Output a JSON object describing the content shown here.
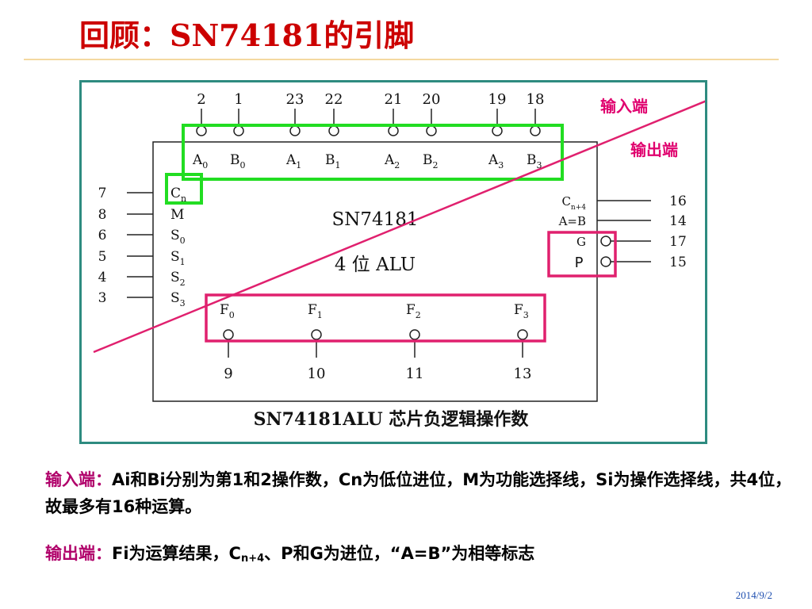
{
  "slide": {
    "title": "回顾：SN74181的引脚",
    "date": "2014/9/2"
  },
  "diagram": {
    "chip_name": "SN74181",
    "chip_subtitle": "4 位 ALU",
    "caption": "SN74181ALU 芯片负逻辑操作数",
    "top_pins": [
      {
        "number": "2",
        "base": "A",
        "sub": "0"
      },
      {
        "number": "1",
        "base": "B",
        "sub": "0"
      },
      {
        "number": "23",
        "base": "A",
        "sub": "1"
      },
      {
        "number": "22",
        "base": "B",
        "sub": "1"
      },
      {
        "number": "21",
        "base": "A",
        "sub": "2"
      },
      {
        "number": "20",
        "base": "B",
        "sub": "2"
      },
      {
        "number": "19",
        "base": "A",
        "sub": "3"
      },
      {
        "number": "18",
        "base": "B",
        "sub": "3"
      }
    ],
    "left_pins": [
      {
        "number": "7",
        "base": "C",
        "sub": "n"
      },
      {
        "number": "8",
        "base": "M",
        "sub": ""
      },
      {
        "number": "6",
        "base": "S",
        "sub": "0"
      },
      {
        "number": "5",
        "base": "S",
        "sub": "1"
      },
      {
        "number": "4",
        "base": "S",
        "sub": "2"
      },
      {
        "number": "3",
        "base": "S",
        "sub": "3"
      }
    ],
    "right_pins": [
      {
        "number": "16",
        "base": "C",
        "sub": "n+4"
      },
      {
        "number": "14",
        "base": "A=B",
        "sub": ""
      },
      {
        "number": "17",
        "base": "G",
        "sub": ""
      },
      {
        "number": "15",
        "base": "P",
        "sub": ""
      }
    ],
    "bottom_pins": [
      {
        "number": "9",
        "base": "F",
        "sub": "0"
      },
      {
        "number": "10",
        "base": "F",
        "sub": "1"
      },
      {
        "number": "11",
        "base": "F",
        "sub": "2"
      },
      {
        "number": "13",
        "base": "F",
        "sub": "3"
      }
    ],
    "annotations": {
      "input_label": "输入端",
      "output_label": "输出端"
    },
    "colors": {
      "input_box": "#22dd22",
      "output_box": "#e0206e",
      "divider_line": "#e0206e",
      "annotation_text": "#e0006e",
      "frame": "#2e8b80"
    }
  },
  "text": {
    "input": {
      "lead": "输入端：",
      "body": "Ai和Bi分别为第1和2操作数，Cn为低位进位，M为功能选择线，Si为操作选择线，共4位，故最多有16种运算。"
    },
    "output": {
      "lead": "输出端：",
      "body_before": "Fi为运算结果，C",
      "body_sub": "n+4",
      "body_after": "、P和G为进位，“A=B”为相等标志"
    }
  }
}
